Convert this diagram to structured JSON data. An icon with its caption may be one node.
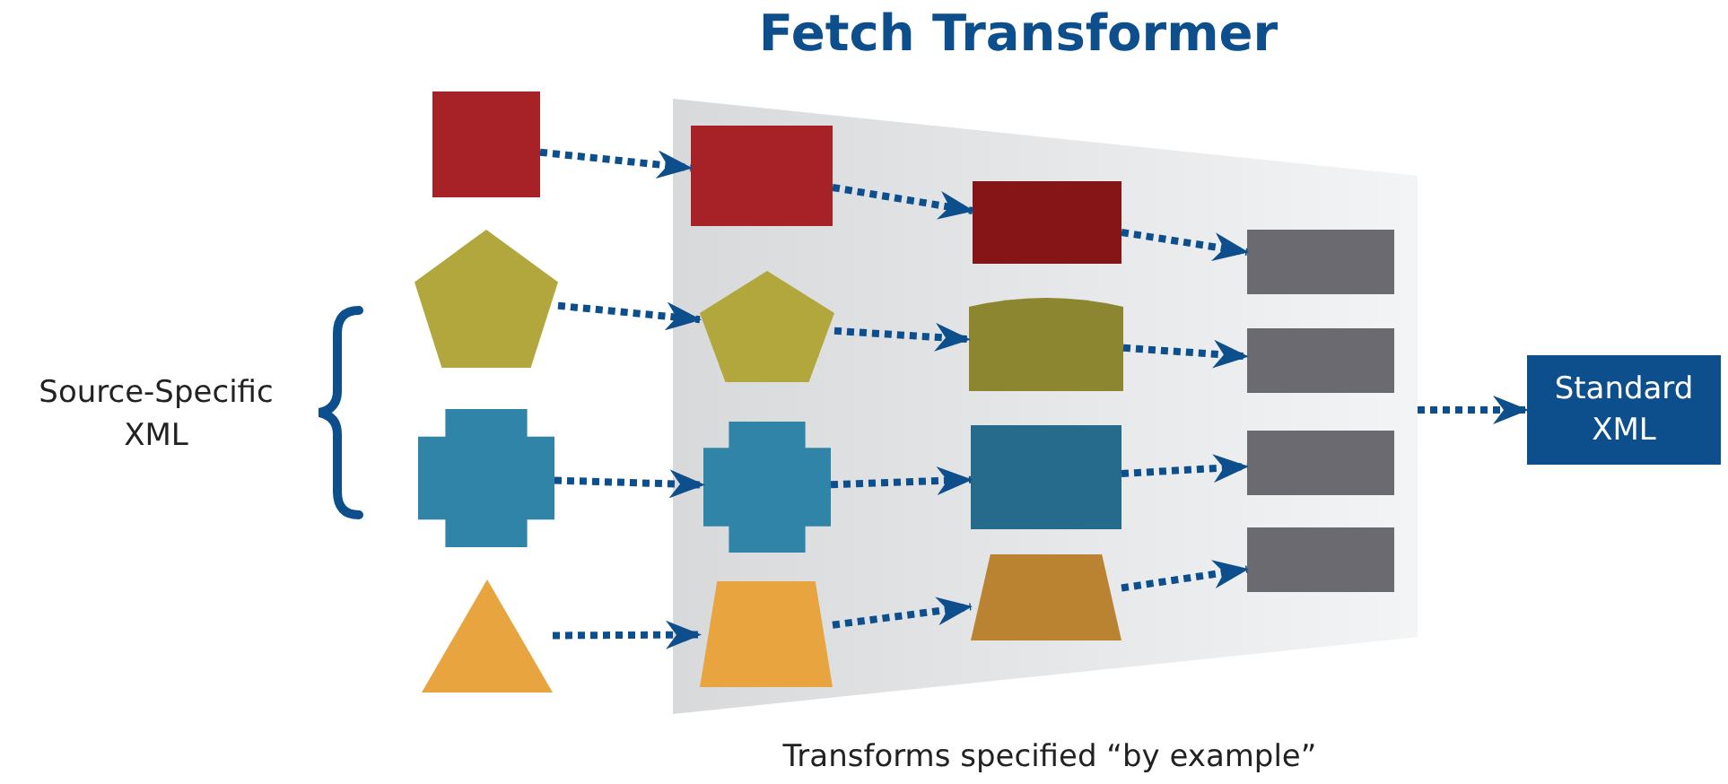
{
  "diagram": {
    "title": "Fetch Transformer",
    "caption": "Transforms specified “by example”",
    "nodes": [
      {
        "text": [],
        "shape": "box"
      },
      {
        "text": [],
        "shape": "pentagon"
      },
      {
        "text": [],
        "shape": "cross"
      },
      {
        "text": [],
        "shape": "triangle"
      },
      {
        "text": [],
        "shape": "band"
      },
      {
        "text": [],
        "shape": "box",
        "in": 4
      },
      {
        "text": [],
        "shape": "pentagon",
        "in": 4
      },
      {
        "text": [],
        "shape": "cross",
        "in": 4
      },
      {
        "text": [],
        "shape": "trapezoid",
        "in": 4
      },
      {
        "text": [],
        "shape": "box",
        "in": 4
      },
      {
        "text": [],
        "shape": "box",
        "in": 4
      },
      {
        "text": [],
        "shape": "box",
        "in": 4
      },
      {
        "text": [],
        "shape": "trapezoid",
        "in": 4
      },
      {
        "text": [],
        "shape": "box",
        "in": 4
      },
      {
        "text": [],
        "shape": "box",
        "in": 4
      },
      {
        "text": [],
        "shape": "box",
        "in": 4
      },
      {
        "text": [],
        "shape": "box",
        "in": 4
      },
      {
        "text": [
          "Standard XML"
        ]
      }
    ],
    "edges": [
      {
        "from": 0,
        "to": 5,
        "arrow": "to"
      },
      {
        "from": 1,
        "to": 6,
        "arrow": "to"
      },
      {
        "from": 2,
        "to": 7,
        "arrow": "to"
      },
      {
        "from": 3,
        "to": 8,
        "arrow": "to"
      },
      {
        "from": 5,
        "to": 9,
        "arrow": "to"
      },
      {
        "from": 6,
        "to": 10,
        "arrow": "to"
      },
      {
        "from": 7,
        "to": 11,
        "arrow": "to"
      },
      {
        "from": 8,
        "to": 12,
        "arrow": "to"
      },
      {
        "from": 9,
        "to": 13,
        "arrow": "to"
      },
      {
        "from": 10,
        "to": 14,
        "arrow": "to"
      },
      {
        "from": 11,
        "to": 15,
        "arrow": "to"
      },
      {
        "from": 12,
        "to": 16,
        "arrow": "to"
      },
      {
        "from": 4,
        "to": 17,
        "arrow": "to"
      }
    ],
    "labels": [
      "Source-Specific XML"
    ]
  }
}
